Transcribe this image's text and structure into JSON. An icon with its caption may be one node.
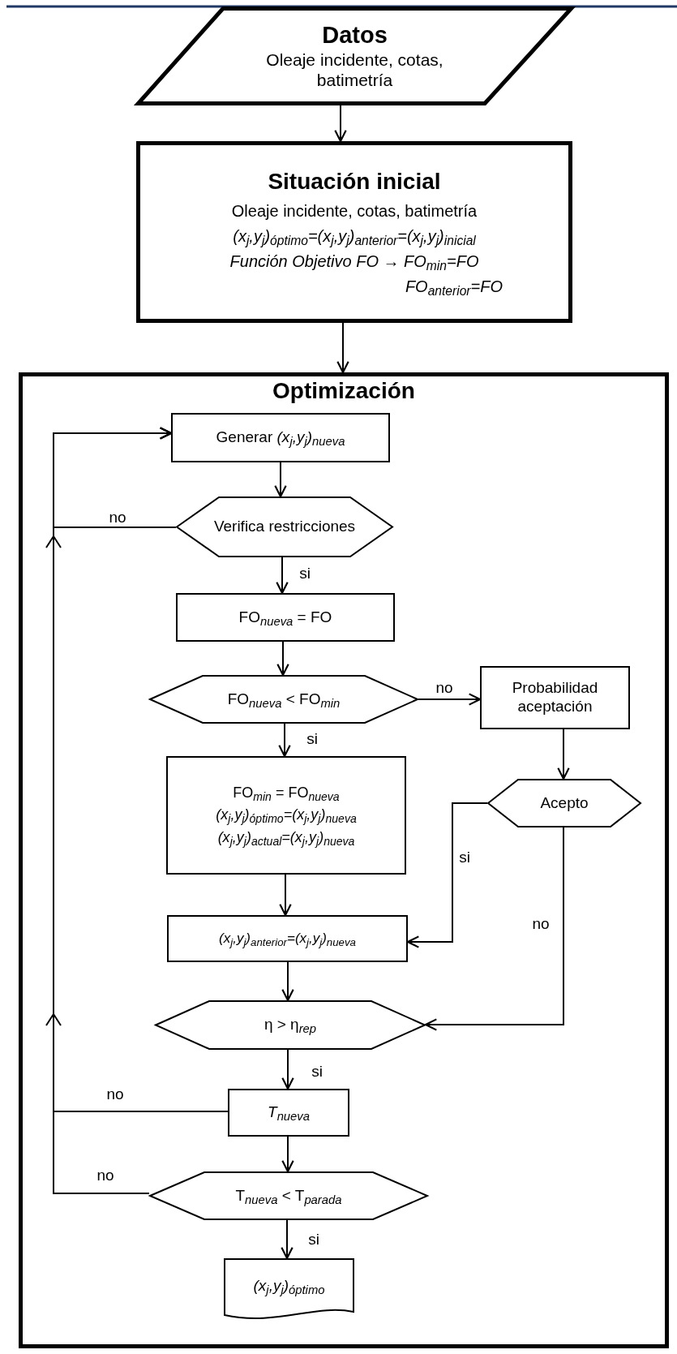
{
  "diagram": {
    "nodes": [
      {
        "text": [
          "Datos",
          "Oleaje incidente, cotas, batimetría"
        ]
      },
      {
        "text": [
          "Situación inicial",
          "Oleaje incidente, cotas, batimetría",
          "(x$_{j}$,y$_{j}$)$_{óptimo}$=(x$_{j}$,y$_{j}$)$_{anterior}$=(x$_{j}$,y$_{j}$)$_{inicial}$",
          "Función Objetivo FO → FO$_{min}$=FO",
          "FO$_{anterior}$=FO"
        ]
      },
      {
        "text": [
          "Optimización"
        ]
      },
      {
        "text": [
          "Generar *(x*$_{j}$*,y*$_{j}$*)*$_{nueva}$"
        ],
        "in": 2
      },
      {
        "text": [
          "Verifica restricciones"
        ],
        "in": 2
      },
      {
        "text": [
          "FO$_{nueva}$ = FO"
        ],
        "in": 2
      },
      {
        "text": [
          "FO$_{nueva}$ < FO$_{min}$"
        ],
        "in": 2
      },
      {
        "text": [
          "Probabilidad aceptación"
        ],
        "in": 2
      },
      {
        "text": [
          "FO$_{min}$ = FO$_{nueva}$",
          "(x$_{j}$,y$_{j}$)$_{óptimo}$=(x$_{j}$,y$_{j}$)$_{nueva}$",
          "(x$_{j}$,y$_{j}$)$_{actual}$=(x$_{j}$,y$_{j}$)$_{nueva}$"
        ],
        "in": 2
      },
      {
        "text": [
          "Acepto"
        ],
        "in": 2
      },
      {
        "text": [
          "(x$_{j}$,y$_{j}$)$_{anterior}$=(x$_{j}$,y$_{j}$)$_{nueva}$"
        ],
        "in": 2
      },
      {
        "text": [
          "η > η$_{rep}$"
        ],
        "in": 2
      },
      {
        "text": [
          "T$_{nueva}$"
        ],
        "in": 2
      },
      {
        "text": [
          "T$_{nueva}$ < T$_{parada}$"
        ],
        "in": 2
      },
      {
        "text": [
          "(x$_{j}$,y$_{j}$)$_{óptimo}$"
        ],
        "in": 2
      }
    ],
    "edges": [
      {
        "from": 0,
        "to": 1,
        "arrow": "to"
      },
      {
        "from": 1,
        "to": 2,
        "arrow": "to"
      },
      {
        "from": 3,
        "to": 4,
        "arrow": "to"
      },
      {
        "from": 4,
        "to": 3,
        "arrow": "to",
        "label": "no"
      },
      {
        "from": 4,
        "to": 5,
        "arrow": "to",
        "label": "si"
      },
      {
        "from": 5,
        "to": 6,
        "arrow": "to"
      },
      {
        "from": 6,
        "to": 7,
        "arrow": "to",
        "label": "no"
      },
      {
        "from": 6,
        "to": 8,
        "arrow": "to",
        "label": "si"
      },
      {
        "from": 7,
        "to": 9,
        "arrow": "to"
      },
      {
        "from": 8,
        "to": 10,
        "arrow": "to"
      },
      {
        "from": 9,
        "to": 10,
        "arrow": "to",
        "label": "si"
      },
      {
        "from": 9,
        "to": 11,
        "arrow": "to",
        "label": "no"
      },
      {
        "from": 10,
        "to": 11,
        "arrow": "to"
      },
      {
        "from": 11,
        "to": 12,
        "arrow": "to",
        "label": "si"
      },
      {
        "from": 12,
        "to": 3,
        "arrow": "to",
        "label": "no"
      },
      {
        "from": 12,
        "to": 13,
        "arrow": "to"
      },
      {
        "from": 13,
        "to": 3,
        "arrow": "to",
        "label": "no"
      },
      {
        "from": 13,
        "to": 14,
        "arrow": "to",
        "label": "si"
      }
    ]
  }
}
